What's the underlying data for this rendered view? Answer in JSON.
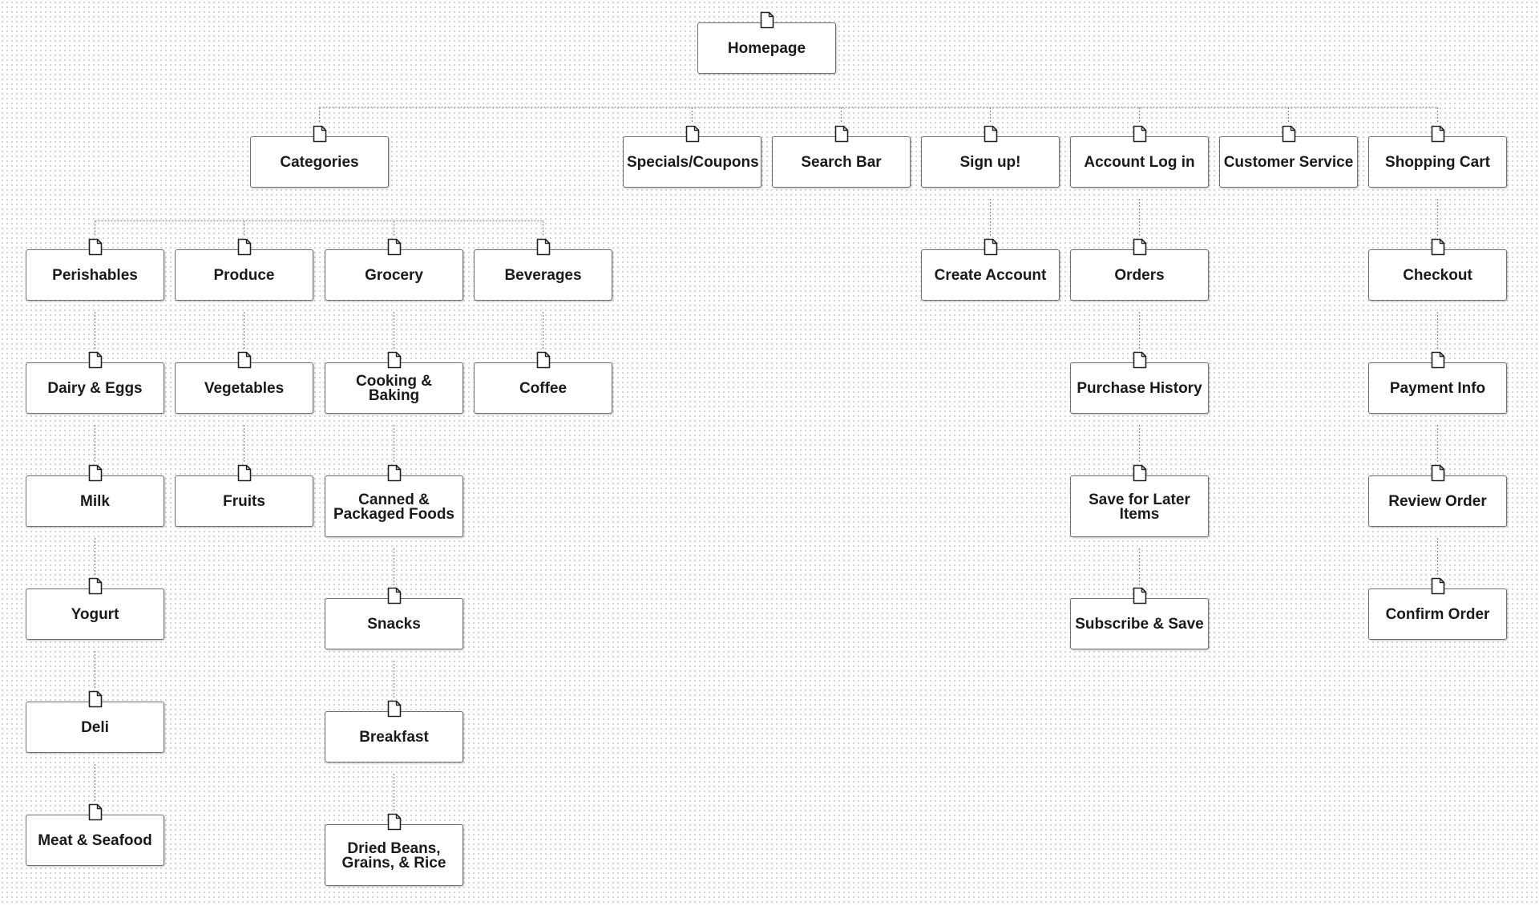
{
  "diagram": {
    "nodes": [
      {
        "id": "homepage",
        "label": "Homepage"
      },
      {
        "id": "categories",
        "label": "Categories"
      },
      {
        "id": "specials",
        "label": "Specials/Coupons"
      },
      {
        "id": "search",
        "label": "Search Bar"
      },
      {
        "id": "signup",
        "label": "Sign up!"
      },
      {
        "id": "login",
        "label": "Account Log in"
      },
      {
        "id": "service",
        "label": "Customer Service"
      },
      {
        "id": "cart",
        "label": "Shopping Cart"
      },
      {
        "id": "perishables",
        "label": "Perishables"
      },
      {
        "id": "produce",
        "label": "Produce"
      },
      {
        "id": "grocery",
        "label": "Grocery"
      },
      {
        "id": "beverages",
        "label": "Beverages"
      },
      {
        "id": "dairy",
        "label": "Dairy & Eggs"
      },
      {
        "id": "milk",
        "label": "Milk"
      },
      {
        "id": "yogurt",
        "label": "Yogurt"
      },
      {
        "id": "deli",
        "label": "Deli"
      },
      {
        "id": "meat",
        "label": "Meat & Seafood"
      },
      {
        "id": "vegetables",
        "label": "Vegetables"
      },
      {
        "id": "fruits",
        "label": "Fruits"
      },
      {
        "id": "cooking",
        "label": "Cooking & Baking"
      },
      {
        "id": "canned",
        "label": "Canned &\nPackaged Foods"
      },
      {
        "id": "snacks",
        "label": "Snacks"
      },
      {
        "id": "breakfast",
        "label": "Breakfast"
      },
      {
        "id": "dried",
        "label": "Dried Beans,\nGrains, & Rice"
      },
      {
        "id": "coffee",
        "label": "Coffee"
      },
      {
        "id": "create",
        "label": "Create Account"
      },
      {
        "id": "orders",
        "label": "Orders"
      },
      {
        "id": "history",
        "label": "Purchase History"
      },
      {
        "id": "savelater",
        "label": "Save for Later\nItems"
      },
      {
        "id": "subscribe",
        "label": "Subscribe & Save"
      },
      {
        "id": "checkout",
        "label": "Checkout"
      },
      {
        "id": "payment",
        "label": "Payment Info"
      },
      {
        "id": "review",
        "label": "Review Order"
      },
      {
        "id": "confirm",
        "label": "Confirm Order"
      }
    ],
    "edges": [
      {
        "from": "homepage",
        "to": "categories"
      },
      {
        "from": "homepage",
        "to": "specials"
      },
      {
        "from": "homepage",
        "to": "search"
      },
      {
        "from": "homepage",
        "to": "signup"
      },
      {
        "from": "homepage",
        "to": "login"
      },
      {
        "from": "homepage",
        "to": "service"
      },
      {
        "from": "homepage",
        "to": "cart"
      },
      {
        "from": "categories",
        "to": "perishables"
      },
      {
        "from": "categories",
        "to": "produce"
      },
      {
        "from": "categories",
        "to": "grocery"
      },
      {
        "from": "categories",
        "to": "beverages"
      },
      {
        "from": "perishables",
        "to": "dairy"
      },
      {
        "from": "dairy",
        "to": "milk"
      },
      {
        "from": "milk",
        "to": "yogurt"
      },
      {
        "from": "yogurt",
        "to": "deli"
      },
      {
        "from": "deli",
        "to": "meat"
      },
      {
        "from": "produce",
        "to": "vegetables"
      },
      {
        "from": "vegetables",
        "to": "fruits"
      },
      {
        "from": "grocery",
        "to": "cooking"
      },
      {
        "from": "cooking",
        "to": "canned"
      },
      {
        "from": "canned",
        "to": "snacks"
      },
      {
        "from": "snacks",
        "to": "breakfast"
      },
      {
        "from": "breakfast",
        "to": "dried"
      },
      {
        "from": "beverages",
        "to": "coffee"
      },
      {
        "from": "signup",
        "to": "create"
      },
      {
        "from": "login",
        "to": "orders"
      },
      {
        "from": "orders",
        "to": "history"
      },
      {
        "from": "history",
        "to": "savelater"
      },
      {
        "from": "savelater",
        "to": "subscribe"
      },
      {
        "from": "cart",
        "to": "checkout"
      },
      {
        "from": "checkout",
        "to": "payment"
      },
      {
        "from": "payment",
        "to": "review"
      },
      {
        "from": "review",
        "to": "confirm"
      }
    ]
  },
  "colors": {
    "node_border": "#6f6f6f",
    "node_fill": "#ffffff",
    "text": "#1a1a1a",
    "connector": "#8a8a8a",
    "grid_dot": "#d4d4d4"
  },
  "icons": {
    "node_icon": "page-icon"
  }
}
